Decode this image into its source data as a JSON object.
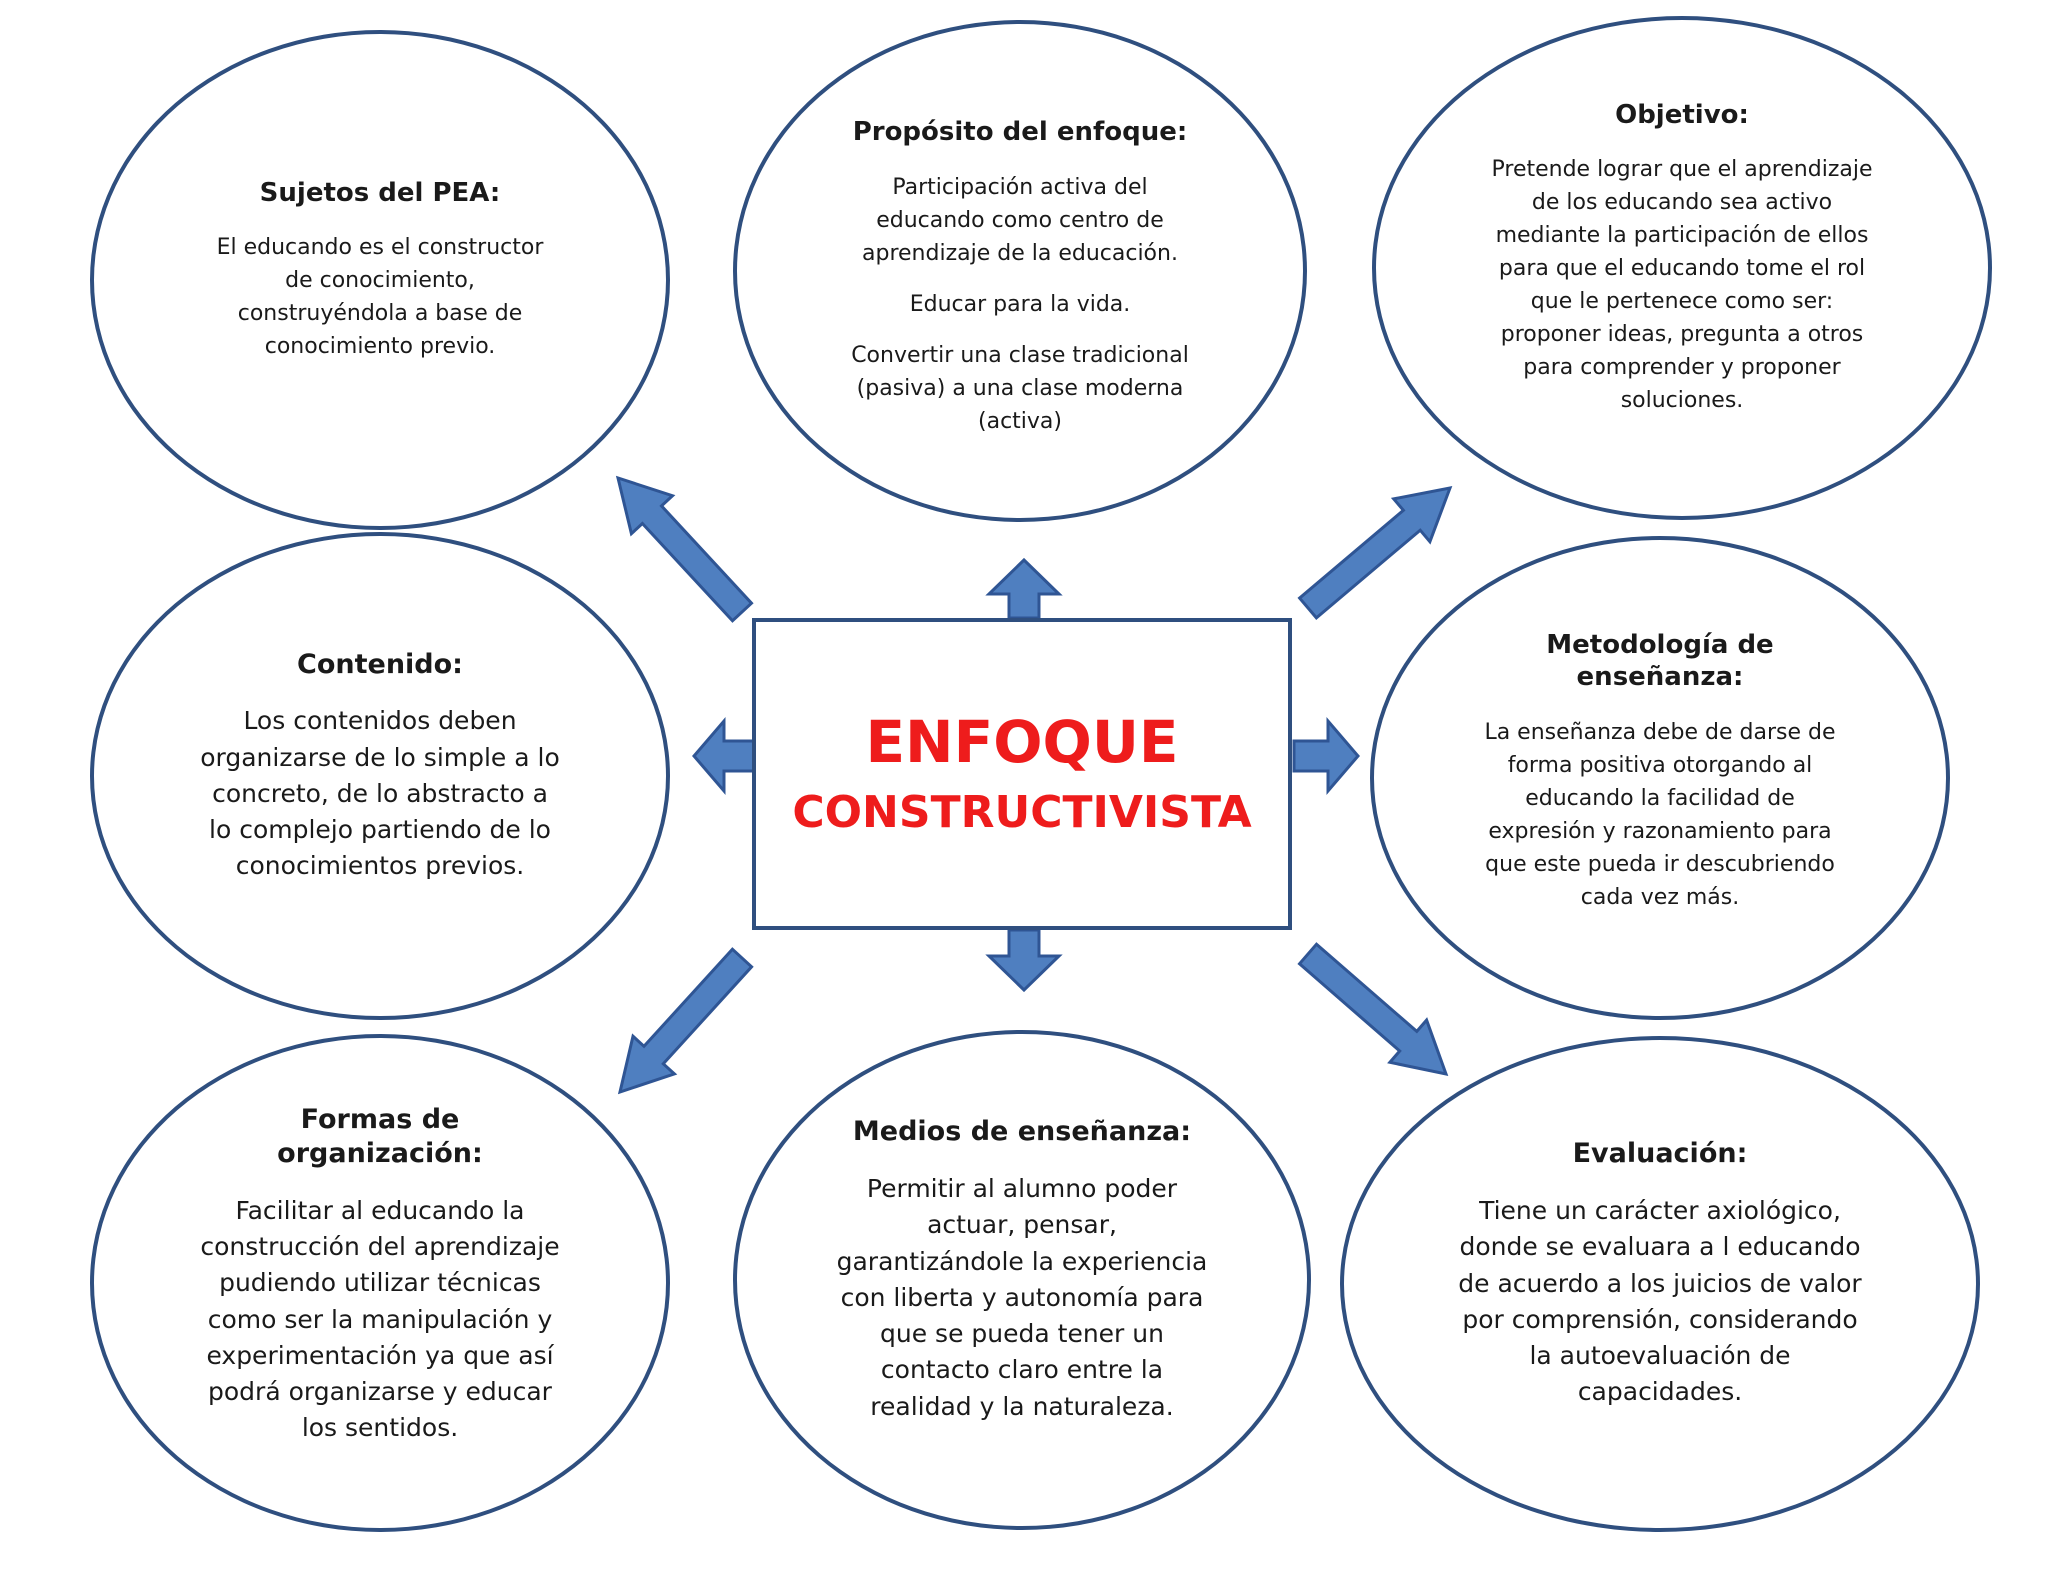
{
  "center": {
    "line1": "ENFOQUE",
    "line2": "CONSTRUCTIVISTA",
    "text_color": "#ee1c1c"
  },
  "colors": {
    "outline": "#2f4f7f",
    "arrow_fill": "#4f7fc0",
    "arrow_stroke": "#2f5594"
  },
  "nodes": {
    "sujetos": {
      "title": "Sujetos del PEA:",
      "paragraphs": [
        "El educando es el constructor de conocimiento, construyéndola a base de conocimiento previo."
      ]
    },
    "proposito": {
      "title": "Propósito del enfoque:",
      "paragraphs": [
        "Participación activa del educando como centro de aprendizaje de la educación.",
        "Educar para la vida.",
        "Convertir una clase tradicional (pasiva) a una clase moderna (activa)"
      ]
    },
    "objetivo": {
      "title": "Objetivo:",
      "paragraphs": [
        "Pretende lograr que el aprendizaje de los educando sea activo mediante la participación de ellos para que el educando tome el rol que le pertenece como ser: proponer ideas, pregunta a otros para comprender y proponer soluciones."
      ]
    },
    "contenido": {
      "title": "Contenido:",
      "paragraphs": [
        "Los contenidos deben organizarse de lo simple a lo concreto, de lo abstracto a lo complejo partiendo de lo conocimientos previos."
      ]
    },
    "metodologia": {
      "title": "Metodología de enseñanza:",
      "paragraphs": [
        "La enseñanza debe de darse de forma positiva otorgando al educando la facilidad de expresión y razonamiento para que este pueda ir descubriendo cada vez más."
      ]
    },
    "formas": {
      "title": "Formas de organización:",
      "paragraphs": [
        "Facilitar al educando la construcción del aprendizaje pudiendo utilizar técnicas como ser la manipulación y experimentación ya que así podrá organizarse y educar los sentidos."
      ]
    },
    "medios": {
      "title": "Medios de enseñanza:",
      "paragraphs": [
        "Permitir al alumno poder actuar, pensar, garantizándole la experiencia con liberta y autonomía para que se pueda tener un contacto claro entre la realidad y la naturaleza."
      ]
    },
    "evaluacion": {
      "title": "Evaluación:",
      "paragraphs": [
        "Tiene un carácter axiológico, donde se evaluara a l educando de acuerdo a los juicios de valor por comprensión, considerando la autoevaluación de capacidades."
      ]
    }
  }
}
